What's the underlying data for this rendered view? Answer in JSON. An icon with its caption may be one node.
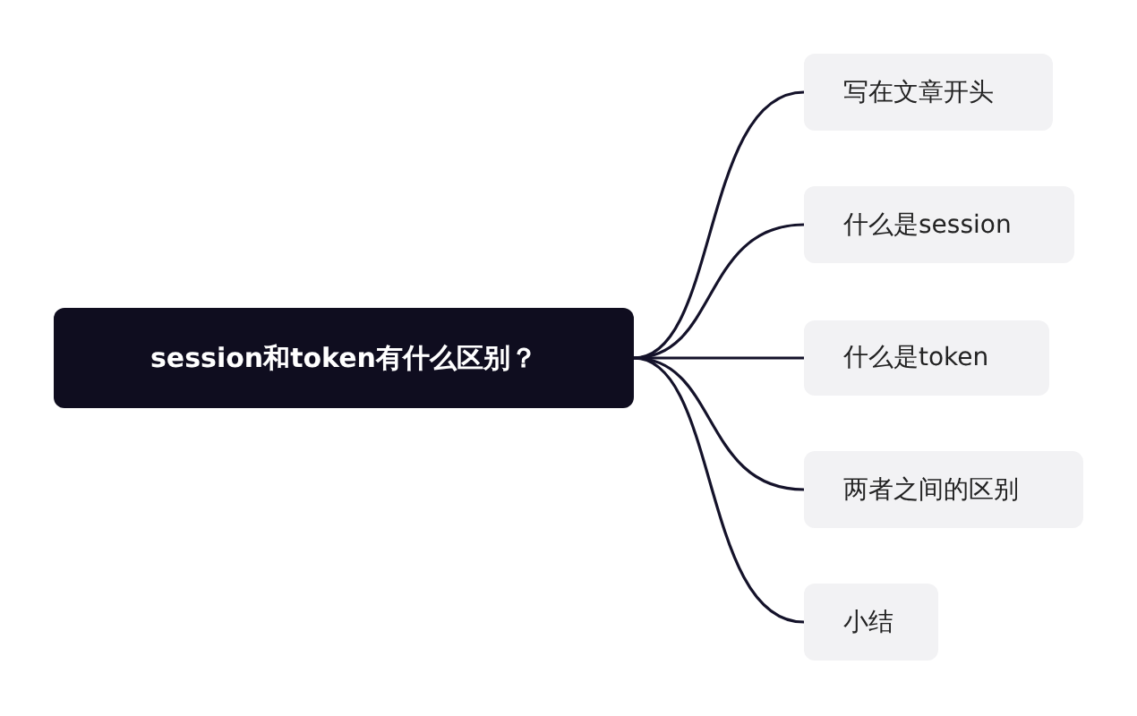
{
  "diagram": {
    "nodes": [
      {
        "text": [
          "session和token有什么区别？"
        ]
      },
      {
        "text": [
          "写在文章开头"
        ]
      },
      {
        "text": [
          "什么是session"
        ]
      },
      {
        "text": [
          "什么是token"
        ]
      },
      {
        "text": [
          "两者之间的区别"
        ]
      },
      {
        "text": [
          "小结"
        ]
      }
    ],
    "edges": [
      {
        "from": 0,
        "to": 1,
        "arrow": "none"
      },
      {
        "from": 0,
        "to": 2,
        "arrow": "none"
      },
      {
        "from": 0,
        "to": 3,
        "arrow": "none"
      },
      {
        "from": 0,
        "to": 4,
        "arrow": "none"
      },
      {
        "from": 0,
        "to": 5,
        "arrow": "none"
      }
    ]
  }
}
